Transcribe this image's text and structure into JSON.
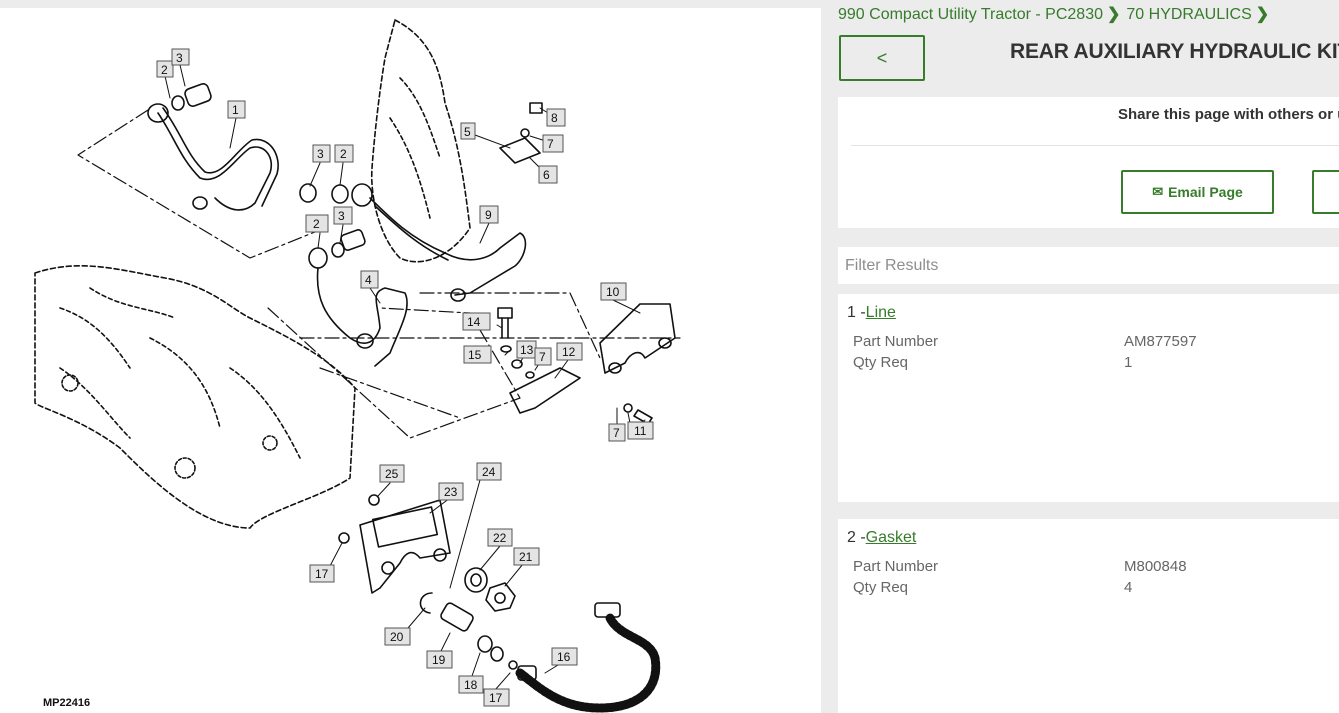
{
  "diagram": {
    "id_label": "MP22416",
    "callouts": [
      "1",
      "2",
      "3",
      "2",
      "3",
      "3",
      "2",
      "4",
      "5",
      "6",
      "7",
      "8",
      "9",
      "10",
      "11",
      "7",
      "12",
      "7",
      "13",
      "14",
      "15",
      "16",
      "17",
      "17",
      "18",
      "19",
      "20",
      "21",
      "22",
      "23",
      "24",
      "25"
    ]
  },
  "breadcrumb": {
    "items": [
      "990 Compact Utility Tractor - PC2830",
      "70 HYDRAULICS"
    ],
    "separator": "❯"
  },
  "header": {
    "back_label": "<",
    "title": "REAR AUXILIARY HYDRAULIC KIT -"
  },
  "share": {
    "text": "Share this page with others or u",
    "email_icon": "envelope-icon",
    "email_label": "Email Page"
  },
  "filter": {
    "placeholder": "Filter Results"
  },
  "parts": [
    {
      "index_label": "1 -",
      "name": "Line",
      "part_number_label": "Part Number",
      "part_number": "AM877597",
      "qty_label": "Qty Req",
      "qty": "1"
    },
    {
      "index_label": "2 -",
      "name": "Gasket",
      "part_number_label": "Part Number",
      "part_number": "M800848",
      "qty_label": "Qty Req",
      "qty": "4"
    }
  ],
  "colors": {
    "accent": "#367c2b",
    "background": "#ececec",
    "card": "#ffffff"
  }
}
